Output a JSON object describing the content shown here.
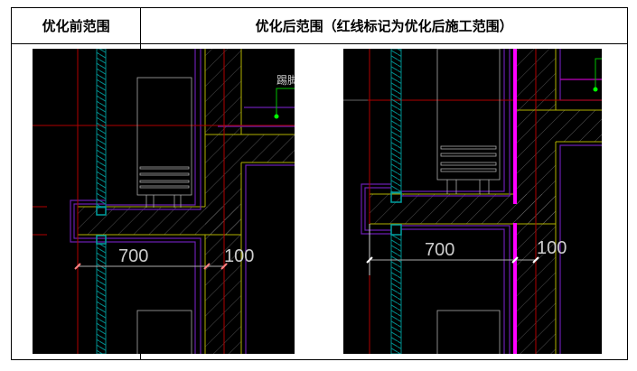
{
  "table": {
    "headers": [
      "优化前范围",
      "优化后范围（红线标记为优化后施工范围）"
    ]
  },
  "before": {
    "dim_main": "700",
    "dim_wall": "100",
    "label": "踢脚"
  },
  "after": {
    "dim_main": "700",
    "dim_wall": "100"
  },
  "colors": {
    "marker": "#ff00ff",
    "axis": "#b00000",
    "wall": "#b0b000",
    "finish": "#6a1fb0",
    "column": "#008b8b"
  }
}
